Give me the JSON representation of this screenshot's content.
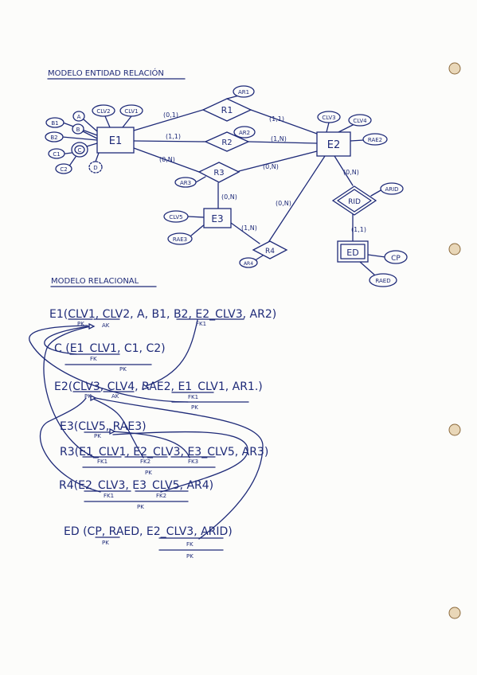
{
  "section_er": "MODELO ENTIDAD RELACIÓN",
  "section_rel": "MODELO RELACIONAL",
  "entities": {
    "e1": "E1",
    "e2": "E2",
    "e3": "E3",
    "ed": "ED"
  },
  "relations": {
    "r1": "R1",
    "r2": "R2",
    "r3": "R3",
    "r4": "R4",
    "rid": "RID"
  },
  "attributes": {
    "b1": "B1",
    "b2": "B2",
    "a": "A",
    "b": "B",
    "c1": "C1",
    "c2": "C2",
    "c": "C",
    "d": "D",
    "clv2": "CLV2",
    "clv1": "CLV1",
    "ar1": "AR1",
    "ar2": "AR2",
    "ar3": "AR3",
    "clv3": "CLV3",
    "clv4": "CLV4",
    "rae2": "RAE2",
    "clv5": "CLV5",
    "rae3": "RAE3",
    "ar4": "AR4",
    "arid": "ARID",
    "cp": "CP",
    "raed": "RAED"
  },
  "cardinalities": {
    "r1_e1": "(0,1)",
    "r1_e2": "(1,1)",
    "r2_e1": "(1,1)",
    "r2_e2": "(1,N)",
    "r3_e1": "(0,N)",
    "r3_e2": "(0,N)",
    "r3_e3": "(0,N)",
    "r4_e2": "(0,N)",
    "r4_e3": "(1,N)",
    "rid_e2": "(0,N)",
    "rid_ed": "(1,1)"
  },
  "relational": {
    "e1": "E1(CLV1, CLV2, A, B1, B2, E2_CLV3, AR2)",
    "e1_marks": {
      "pk": "PK",
      "ak": "AK",
      "fk1": "FK1"
    },
    "c": "C (E1_CLV1, C1, C2)",
    "c_marks": {
      "fk": "FK",
      "pk": "PK"
    },
    "e2": "E2(CLV3, CLV4, RAE2, E1_CLV1, AR1.)",
    "e2_marks": {
      "pk": "PK",
      "ak": "AK",
      "fk1": "FK1",
      "pk2": "PK"
    },
    "e3": "E3(CLV5, RAE3)",
    "e3_marks": {
      "pk": "PK"
    },
    "r3": "R3(E1_CLV1, E2_CLV3, E3_CLV5, AR3)",
    "r3_marks": {
      "fk1": "FK1",
      "fk2": "FK2",
      "fk3": "FK3",
      "pk": "PK"
    },
    "r4": "R4(E2_CLV3, E3_CLV5, AR4)",
    "r4_marks": {
      "fk1": "FK1",
      "fk2": "FK2",
      "pk": "PK"
    },
    "ed": "ED (CP, RAED, E2_CLV3, ARID)",
    "ed_marks": {
      "pk": "PK",
      "fk": "FK",
      "pk2": "PK"
    }
  }
}
